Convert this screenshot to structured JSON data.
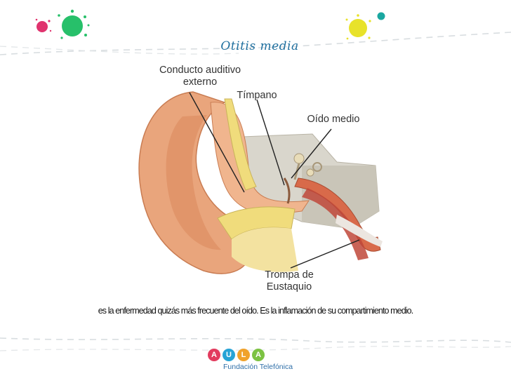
{
  "slide": {
    "title": "Otitis media",
    "caption": "es la enfermedad quizás más frecuente del oído. Es la inflamación de su compartimiento medio."
  },
  "figure": {
    "labels": {
      "conducto_line1": "Conducto auditivo",
      "conducto_line2": "externo",
      "timpano": "Tímpano",
      "oido_medio": "Oído medio",
      "trompa_line1": "Trompa de",
      "trompa_line2": "Eustaquio"
    }
  },
  "logo": {
    "letters": [
      "A",
      "U",
      "L",
      "A"
    ],
    "subtitle": "Fundación Telefónica"
  },
  "colors": {
    "title": "#1f6f9e",
    "splat_pink": "#e0336e",
    "splat_green": "#27c06a",
    "splat_yellow": "#e8e22a",
    "dot_teal": "#1aa7a0",
    "logo_a": "#e23b5e",
    "logo_u": "#27a3d6",
    "logo_l": "#f0a22b",
    "logo_a2": "#7cc242"
  }
}
